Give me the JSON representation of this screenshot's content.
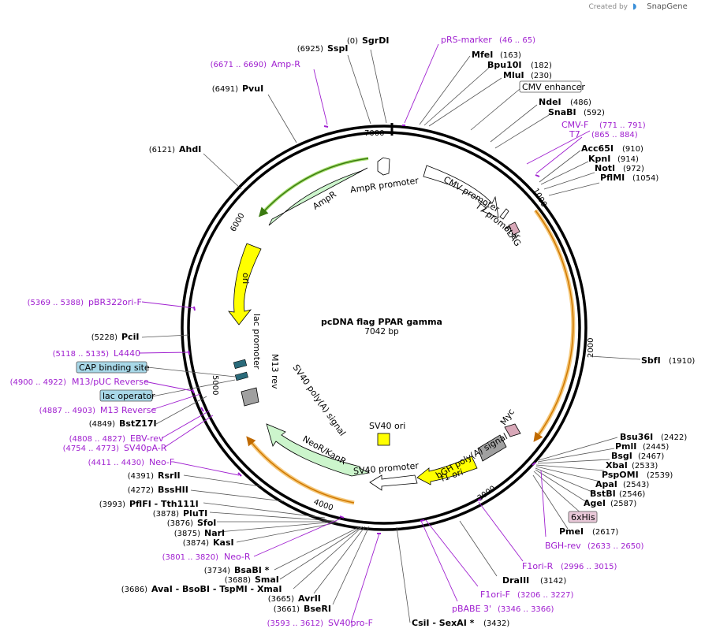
{
  "header": {
    "created_by": "Created by",
    "brand": "SnapGene"
  },
  "plasmid": {
    "name": "pcDNA flag PPAR gamma",
    "length": "7042 bp"
  },
  "ticks": [
    "1000",
    "2000",
    "3000",
    "4000",
    "5000",
    "6000",
    "7000"
  ],
  "enzymes": [
    {
      "name": "SgrDI",
      "pos": "(0)"
    },
    {
      "name": "SspI",
      "pos": "(6925)"
    },
    {
      "name": "PvuI",
      "pos": "(6491)"
    },
    {
      "name": "AhdI",
      "pos": "(6121)"
    },
    {
      "name": "MfeI",
      "pos": "(163)"
    },
    {
      "name": "Bpu10I",
      "pos": "(182)"
    },
    {
      "name": "MluI",
      "pos": "(230)"
    },
    {
      "name": "NdeI",
      "pos": "(486)"
    },
    {
      "name": "SnaBI",
      "pos": "(592)"
    },
    {
      "name": "Acc65I",
      "pos": "(910)"
    },
    {
      "name": "KpnI",
      "pos": "(914)"
    },
    {
      "name": "NotI",
      "pos": "(972)"
    },
    {
      "name": "PflMI",
      "pos": "(1054)"
    },
    {
      "name": "SbfI",
      "pos": "(1910)"
    },
    {
      "name": "Bsu36I",
      "pos": "(2422)"
    },
    {
      "name": "PmlI",
      "pos": "(2445)"
    },
    {
      "name": "BsgI",
      "pos": "(2467)"
    },
    {
      "name": "XbaI",
      "pos": "(2533)"
    },
    {
      "name": "PspOMI",
      "pos": "(2539)"
    },
    {
      "name": "ApaI",
      "pos": "(2543)"
    },
    {
      "name": "BstBI",
      "pos": "(2546)"
    },
    {
      "name": "AgeI",
      "pos": "(2587)"
    },
    {
      "name": "PmeI",
      "pos": "(2617)"
    },
    {
      "name": "DraIII",
      "pos": "(3142)"
    },
    {
      "name": "CsiI - SexAI *",
      "pos": "(3432)"
    },
    {
      "name": "BseRI",
      "pos": "(3661)"
    },
    {
      "name": "AvrII",
      "pos": "(3665)"
    },
    {
      "name": "AvaI - BsoBI - TspMI - XmaI",
      "pos": "(3686)"
    },
    {
      "name": "SmaI",
      "pos": "(3688)"
    },
    {
      "name": "BsaBI *",
      "pos": "(3734)"
    },
    {
      "name": "KasI",
      "pos": "(3874)"
    },
    {
      "name": "NarI",
      "pos": "(3875)"
    },
    {
      "name": "SfoI",
      "pos": "(3876)"
    },
    {
      "name": "PluTI",
      "pos": "(3878)"
    },
    {
      "name": "PflFI - Tth111I",
      "pos": "(3993)"
    },
    {
      "name": "BssHII",
      "pos": "(4272)"
    },
    {
      "name": "RsrII",
      "pos": "(4391)"
    },
    {
      "name": "BstZ17I",
      "pos": "(4849)"
    },
    {
      "name": "PciI",
      "pos": "(5228)"
    }
  ],
  "primers": [
    {
      "name": "pRS-marker",
      "range": "(46 .. 65)"
    },
    {
      "name": "Amp-R",
      "range": "(6671 .. 6690)"
    },
    {
      "name": "CMV-F",
      "range": "(771 .. 791)"
    },
    {
      "name": "T7",
      "range": "(865 .. 884)"
    },
    {
      "name": "pBR322ori-F",
      "range": "(5369 .. 5388)"
    },
    {
      "name": "L4440",
      "range": "(5118 .. 5135)"
    },
    {
      "name": "M13/pUC Reverse",
      "range": "(4900 .. 4922)"
    },
    {
      "name": "M13 Reverse",
      "range": "(4887 .. 4903)"
    },
    {
      "name": "EBV-rev",
      "range": "(4808 .. 4827)"
    },
    {
      "name": "SV40pA-R",
      "range": "(4754 .. 4773)"
    },
    {
      "name": "Neo-F",
      "range": "(4411 .. 4430)"
    },
    {
      "name": "Neo-R",
      "range": "(3801 .. 3820)"
    },
    {
      "name": "SV40pro-F",
      "range": "(3593 .. 3612)"
    },
    {
      "name": "pBABE 3'",
      "range": "(3346 .. 3366)"
    },
    {
      "name": "F1ori-F",
      "range": "(3206 .. 3227)"
    },
    {
      "name": "F1ori-R",
      "range": "(2996 .. 3015)"
    },
    {
      "name": "BGH-rev",
      "range": "(2633 .. 2650)"
    }
  ],
  "boxed_labels": [
    {
      "name": "CMV enhancer",
      "color": "#ffffff"
    },
    {
      "name": "CAP binding site",
      "color": "#a8d8e8"
    },
    {
      "name": "lac operator",
      "color": "#a8d8e8"
    },
    {
      "name": "6xHis",
      "color": "#e8c8d8"
    }
  ],
  "features": [
    {
      "name": "AmpR",
      "color": "#ccf5cc"
    },
    {
      "name": "AmpR promoter",
      "color": "#ffffff"
    },
    {
      "name": "CMV promoter",
      "color": "#ffffff"
    },
    {
      "name": "T7 promoter",
      "color": "#ffffff"
    },
    {
      "name": "FLAG",
      "color": "#d8a8b8"
    },
    {
      "name": "ori",
      "color": "#ffff00"
    },
    {
      "name": "lac promoter",
      "color": "#ffffff"
    },
    {
      "name": "M13 rev",
      "color": "#ffffff"
    },
    {
      "name": "SV40 poly(A) signal",
      "color": "#a0a0a0"
    },
    {
      "name": "NeoR/KanR",
      "color": "#ccf5cc"
    },
    {
      "name": "SV40 promoter",
      "color": "#ffffff"
    },
    {
      "name": "SV40 ori",
      "color": "#ffff00"
    },
    {
      "name": "f1 ori",
      "color": "#ffff00"
    },
    {
      "name": "bGH poly(A) signal",
      "color": "#a0a0a0"
    },
    {
      "name": "Myc",
      "color": "#d8a8b8"
    }
  ],
  "colors": {
    "backbone": "#000000",
    "primer": "#a020d0",
    "orf_outline": "#f5a623",
    "orf_fill": "#d07800"
  }
}
